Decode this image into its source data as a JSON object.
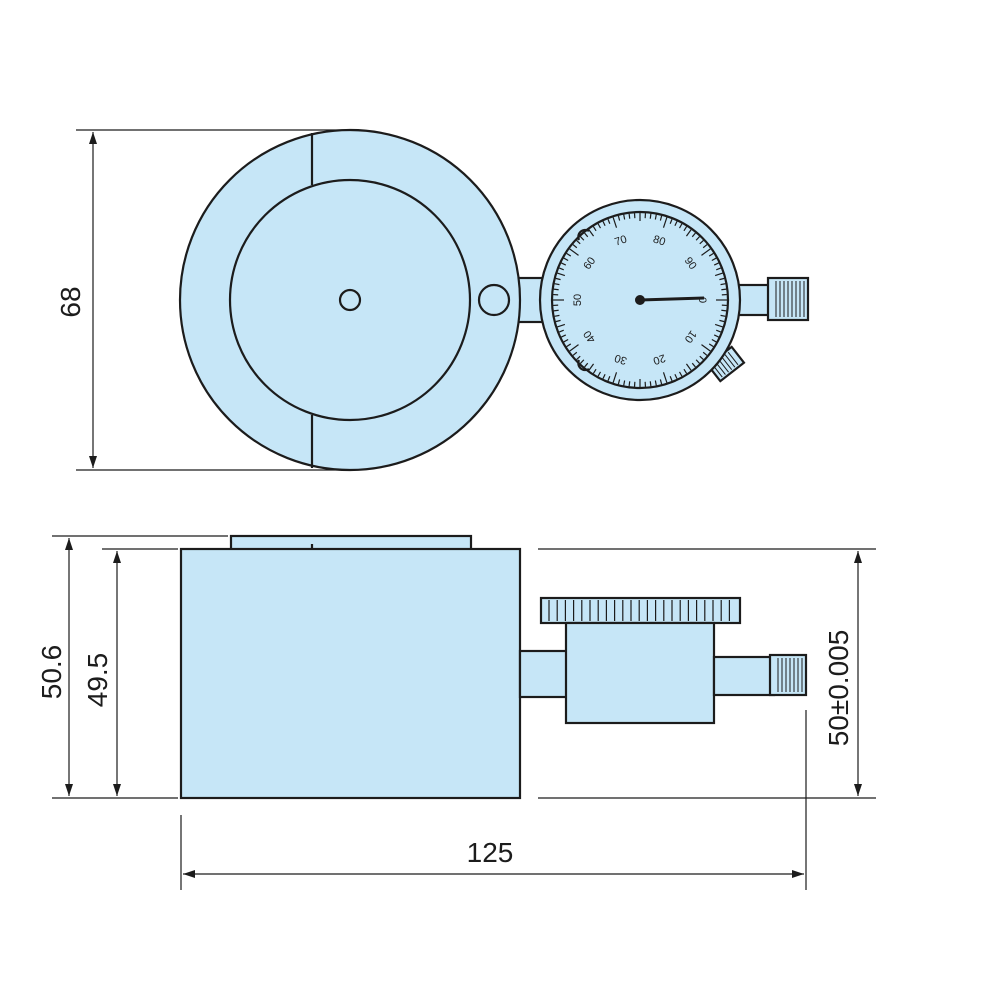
{
  "dimensions": {
    "top_height": "68",
    "overall_height": "50.6",
    "body_height": "49.5",
    "ref_height": "50±0.005",
    "overall_length": "125"
  },
  "dial": {
    "labels": [
      "0",
      "10",
      "20",
      "30",
      "40",
      "50",
      "60",
      "70",
      "80",
      "90"
    ]
  },
  "colors": {
    "part_fill": "#c6e6f7",
    "line": "#1c1c1c"
  }
}
